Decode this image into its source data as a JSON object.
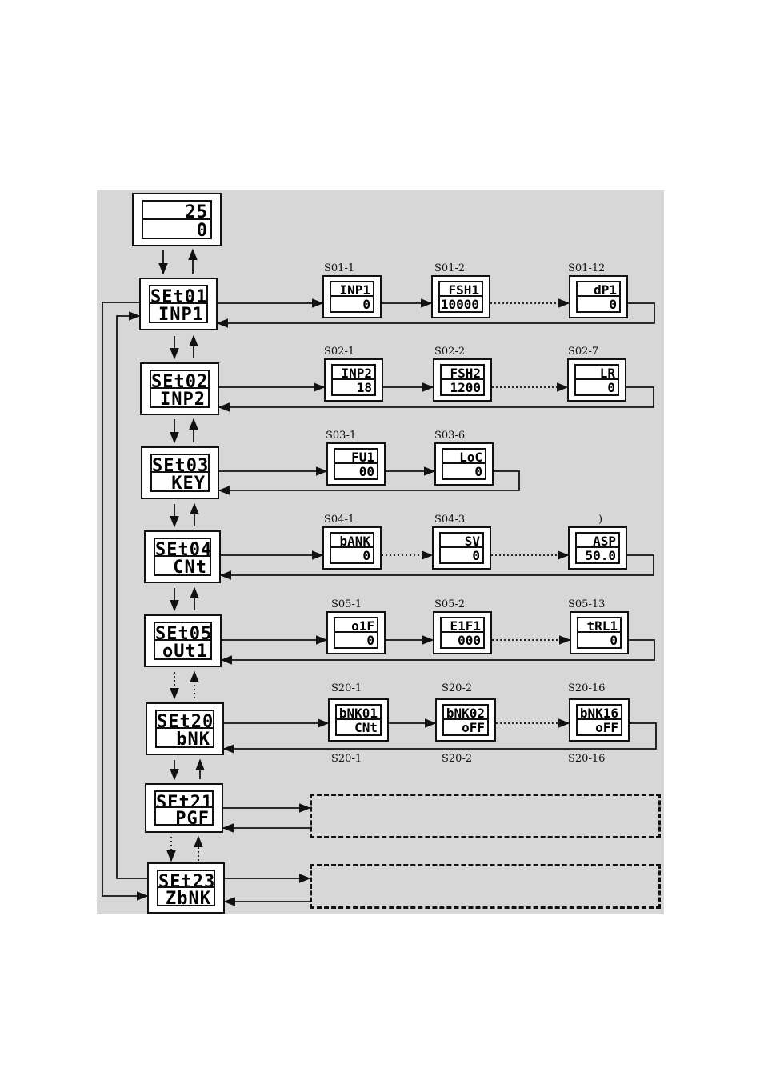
{
  "home_display": {
    "top": "25",
    "bottom": "0"
  },
  "menus": [
    {
      "top": "SEt01",
      "bottom": "INP1"
    },
    {
      "top": "SEt02",
      "bottom": "INP2"
    },
    {
      "top": "SEt03",
      "bottom": "KEY"
    },
    {
      "top": "SEt04",
      "bottom": "CNt"
    },
    {
      "top": "SEt05",
      "bottom": "oUt1"
    },
    {
      "top": "SEt20",
      "bottom": "bNK"
    },
    {
      "top": "SEt21",
      "bottom": "PGF"
    },
    {
      "top": "SEt23",
      "bottom": "ZbNK"
    }
  ],
  "subs": [
    {
      "label": "S01-1",
      "top": "INP1",
      "bottom": "0"
    },
    {
      "label": "S01-2",
      "top": "FSH1",
      "bottom": "10000"
    },
    {
      "label": "S01-12",
      "top": "dP1",
      "bottom": "0"
    },
    {
      "label": "S02-1",
      "top": "INP2",
      "bottom": "18"
    },
    {
      "label": "S02-2",
      "top": "FSH2",
      "bottom": "1200"
    },
    {
      "label": "S02-7",
      "top": "LR",
      "bottom": "0"
    },
    {
      "label": "S03-1",
      "top": "FU1",
      "bottom": "00"
    },
    {
      "label": "S03-6",
      "top": "LoC",
      "bottom": "0"
    },
    {
      "label": "S04-1",
      "top": "bANK",
      "bottom": "0"
    },
    {
      "label": "S04-3",
      "top": "SV",
      "bottom": "0"
    },
    {
      "label": ")",
      "top": "ASP",
      "bottom": "50.0"
    },
    {
      "label": "S05-1",
      "top": "o1F",
      "bottom": "0"
    },
    {
      "label": "S05-2",
      "top": "E1F1",
      "bottom": "000"
    },
    {
      "label": "S05-13",
      "top": "tRL1",
      "bottom": "0"
    },
    {
      "label": "S20-1",
      "top": "bNK01",
      "bottom": "CNt"
    },
    {
      "label": "S20-2",
      "top": "bNK02",
      "bottom": "oFF"
    },
    {
      "label": "S20-16",
      "top": "bNK16",
      "bottom": "oFF"
    }
  ],
  "bottom_labels": [
    "S20-1",
    "S20-2",
    "S20-16"
  ]
}
